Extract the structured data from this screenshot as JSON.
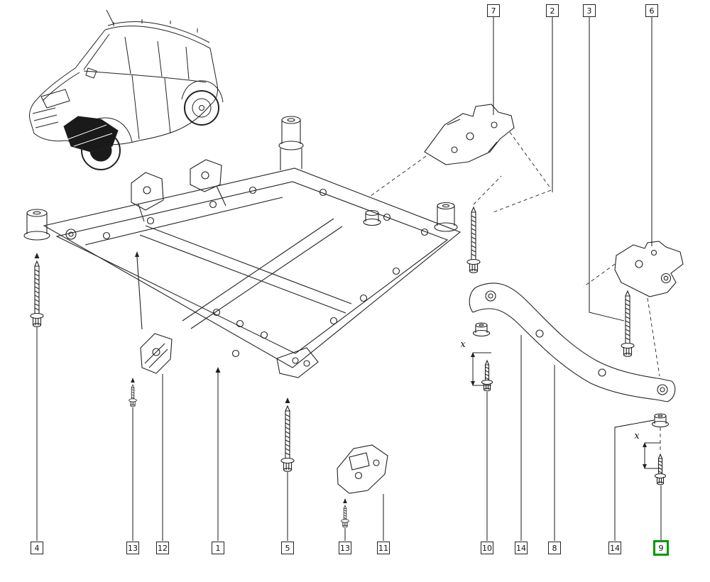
{
  "diagram": {
    "background_color": "#ffffff",
    "line_color": "#222222",
    "highlight_color": "#009a00",
    "selected_callout": "9",
    "callouts_top": [
      {
        "label": "7"
      },
      {
        "label": "2"
      },
      {
        "label": "3"
      },
      {
        "label": "6"
      }
    ],
    "callouts_bottom": [
      {
        "label": "4"
      },
      {
        "label": "13"
      },
      {
        "label": "12"
      },
      {
        "label": "1"
      },
      {
        "label": "5"
      },
      {
        "label": "13"
      },
      {
        "label": "11"
      },
      {
        "label": "10"
      },
      {
        "label": "14"
      },
      {
        "label": "8"
      },
      {
        "label": "14"
      },
      {
        "label": "9"
      }
    ],
    "dimension_labels": {
      "left": "x",
      "right": "x"
    }
  }
}
